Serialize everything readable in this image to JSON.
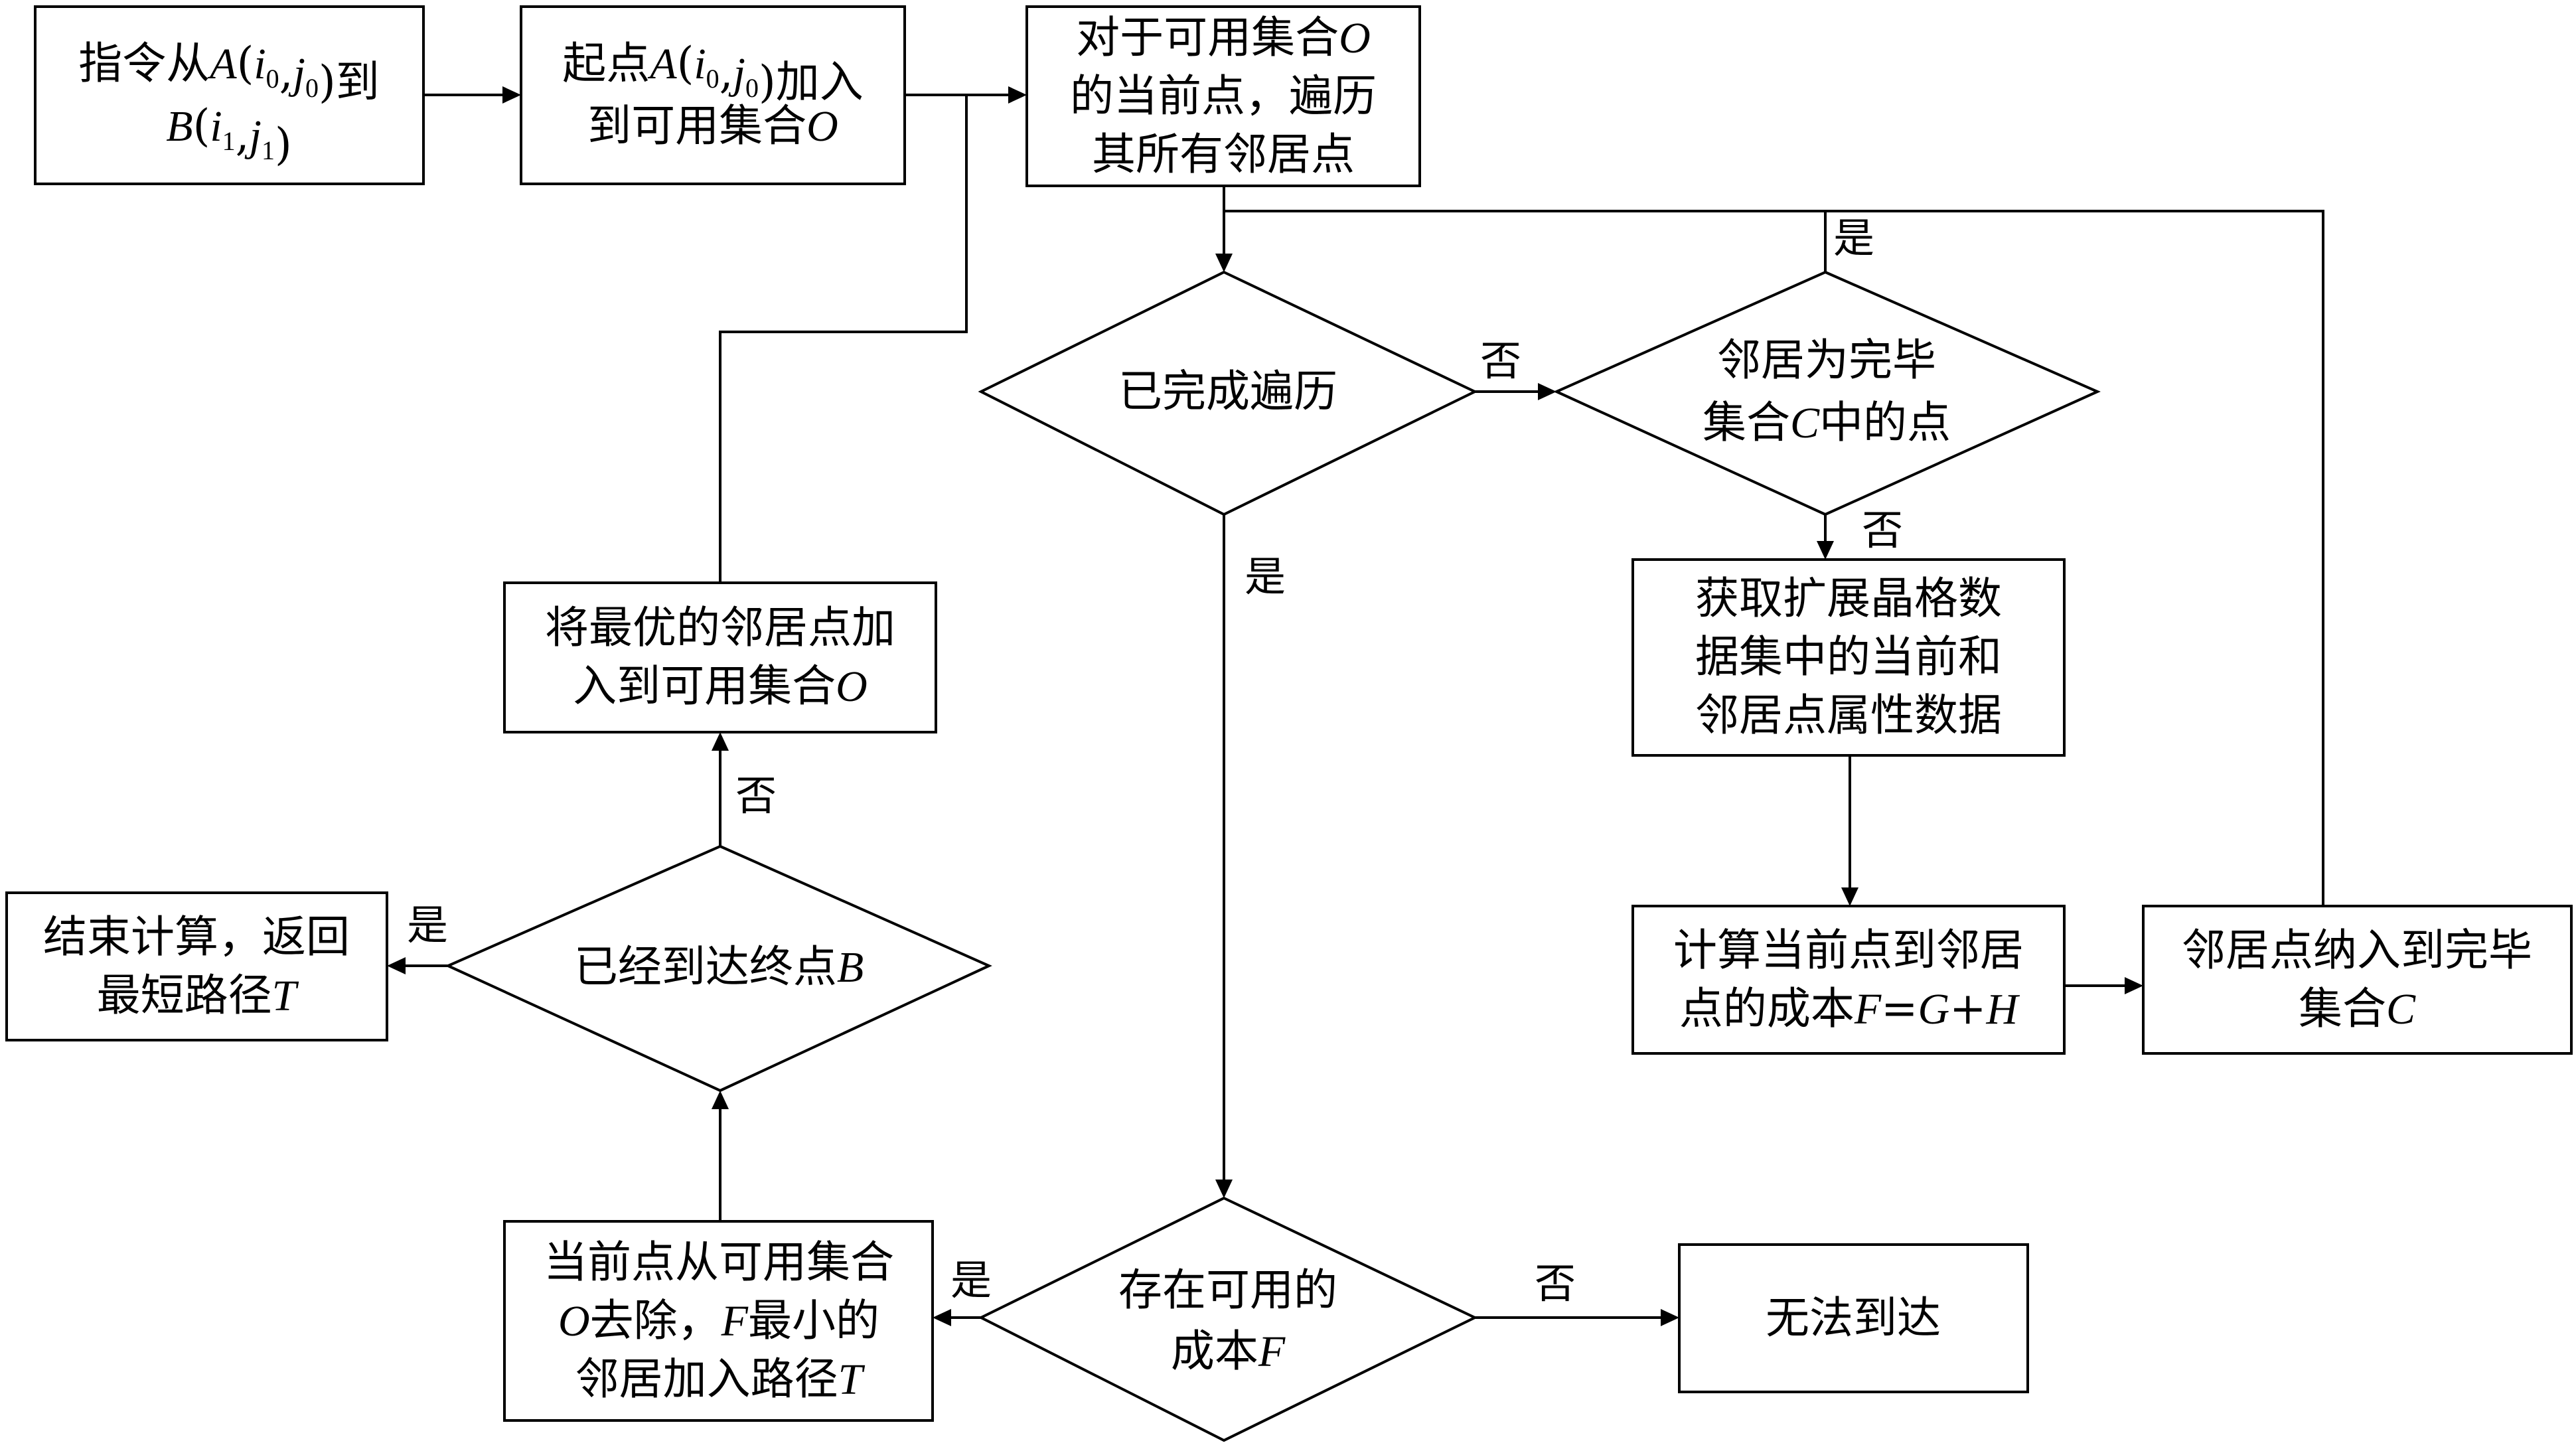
{
  "nodes": {
    "n1": {
      "lines": [
        [
          {
            "t": "指令从"
          },
          {
            "t": "A",
            "m": 1
          },
          {
            "t": "("
          },
          {
            "t": "i",
            "m": 1
          },
          {
            "t": "0",
            "s": 1
          },
          {
            "t": ","
          },
          {
            "t": "j",
            "m": 1
          },
          {
            "t": "0",
            "s": 1
          },
          {
            "t": ")到"
          }
        ],
        [
          {
            "t": "B",
            "m": 1
          },
          {
            "t": "("
          },
          {
            "t": "i",
            "m": 1
          },
          {
            "t": "1",
            "s": 1
          },
          {
            "t": ","
          },
          {
            "t": "j",
            "m": 1
          },
          {
            "t": "1",
            "s": 1
          },
          {
            "t": ")"
          }
        ]
      ]
    },
    "n2": {
      "lines": [
        [
          {
            "t": "起点"
          },
          {
            "t": "A",
            "m": 1
          },
          {
            "t": "("
          },
          {
            "t": "i",
            "m": 1
          },
          {
            "t": "0",
            "s": 1
          },
          {
            "t": ","
          },
          {
            "t": "j",
            "m": 1
          },
          {
            "t": "0",
            "s": 1
          },
          {
            "t": ")加入"
          }
        ],
        [
          {
            "t": "到可用集合"
          },
          {
            "t": "O",
            "m": 1
          }
        ]
      ]
    },
    "n3": {
      "lines": [
        [
          {
            "t": "对于可用集合"
          },
          {
            "t": "O",
            "m": 1
          }
        ],
        [
          {
            "t": "的当前点，遍历"
          }
        ],
        [
          {
            "t": "其所有邻居点"
          }
        ]
      ]
    },
    "n4": {
      "lines": [
        [
          {
            "t": "已完成遍历"
          }
        ]
      ]
    },
    "n5": {
      "lines": [
        [
          {
            "t": "邻居为完毕"
          }
        ],
        [
          {
            "t": "集合"
          },
          {
            "t": "C",
            "m": 1
          },
          {
            "t": "中的点"
          }
        ]
      ]
    },
    "n6": {
      "lines": [
        [
          {
            "t": "获取扩展晶格数"
          }
        ],
        [
          {
            "t": "据集中的当前和"
          }
        ],
        [
          {
            "t": "邻居点属性数据"
          }
        ]
      ]
    },
    "n7": {
      "lines": [
        [
          {
            "t": "计算当前点到邻居"
          }
        ],
        [
          {
            "t": "点的成本"
          },
          {
            "t": "F",
            "m": 1
          },
          {
            "t": "="
          },
          {
            "t": "G",
            "m": 1
          },
          {
            "t": "+"
          },
          {
            "t": "H",
            "m": 1
          }
        ]
      ]
    },
    "n8": {
      "lines": [
        [
          {
            "t": "邻居点纳入到完毕"
          }
        ],
        [
          {
            "t": "集合"
          },
          {
            "t": "C",
            "m": 1
          }
        ]
      ]
    },
    "n9": {
      "lines": [
        [
          {
            "t": "将最优的邻居点加"
          }
        ],
        [
          {
            "t": "入到可用集合"
          },
          {
            "t": "O",
            "m": 1
          }
        ]
      ]
    },
    "n10": {
      "lines": [
        [
          {
            "t": "已经到达终点"
          },
          {
            "t": "B",
            "m": 1
          }
        ]
      ]
    },
    "n11": {
      "lines": [
        [
          {
            "t": "结束计算，返回"
          }
        ],
        [
          {
            "t": "最短路径"
          },
          {
            "t": "T",
            "m": 1
          }
        ]
      ]
    },
    "n12": {
      "lines": [
        [
          {
            "t": "当前点从可用集合"
          }
        ],
        [
          {
            "t": "O",
            "m": 1
          },
          {
            "t": "去除，"
          },
          {
            "t": "F",
            "m": 1
          },
          {
            "t": "最小的"
          }
        ],
        [
          {
            "t": "邻居加入路径"
          },
          {
            "t": "T",
            "m": 1
          }
        ]
      ]
    },
    "n13": {
      "lines": [
        [
          {
            "t": "存在可用的"
          }
        ],
        [
          {
            "t": "成本"
          },
          {
            "t": "F",
            "m": 1
          }
        ]
      ]
    },
    "n14": {
      "lines": [
        [
          {
            "t": "无法到达"
          }
        ]
      ]
    }
  },
  "labels": {
    "l_no_visit": "否",
    "l_yes_return": "是",
    "l_no_neighbor": "否",
    "l_yes_visit": "是",
    "l_no_reached": "否",
    "l_yes_reached": "是",
    "l_yes_cost": "是",
    "l_no_cost": "否"
  }
}
